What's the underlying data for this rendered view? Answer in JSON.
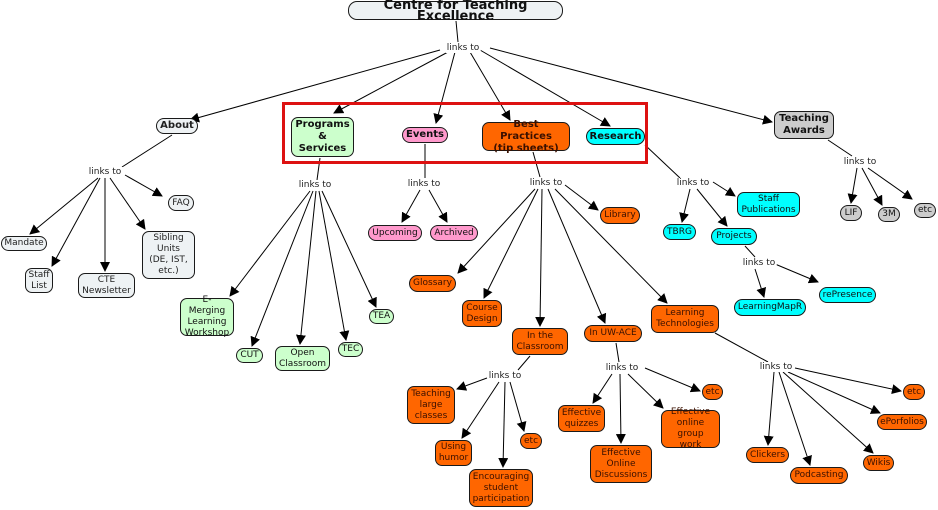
{
  "title": "Centre for Teaching Excellence",
  "link_label": "links to",
  "highlight_color": "#dd1111",
  "colors": {
    "about": "#eef2f4",
    "programs": "#ccffcc",
    "events": "#ff99cc",
    "best_practices": "#ff6600",
    "research": "#00ffff",
    "awards": "#cccccc"
  },
  "nodes": {
    "root": "Centre for Teaching Excellence",
    "about": "About",
    "programs": "Programs\n&\nServices",
    "events": "Events",
    "best": "Best Practices\n(tip sheets)",
    "research": "Research",
    "awards": "Teaching\nAwards",
    "faq": "FAQ",
    "mandate": "Mandate",
    "staff_list": "Staff\nList",
    "cte_newsletter": "CTE\nNewsletter",
    "sibling": "Sibling\nUnits\n(DE, IST,\netc.)",
    "emerging": "E-Merging\nLearning\nWorkshop",
    "cut": "CUT",
    "open_classroom": "Open\nClassroom",
    "tec": "TEC",
    "tea": "TEA",
    "upcoming": "Upcoming",
    "archived": "Archived",
    "library": "Library",
    "glossary": "Glossary",
    "course_design": "Course\nDesign",
    "in_classroom": "In the\nClassroom",
    "in_uwace": "In UW-ACE",
    "learning_tech": "Learning\nTechnologies",
    "teaching_large": "Teaching\nlarge\nclasses",
    "using_humor": "Using\nhumor",
    "encouraging": "Encouraging\nstudent\nparticipation",
    "etc_class": "etc",
    "eff_quizzes": "Effective\nquizzes",
    "eff_discussions": "Effective\nOnline\nDiscussions",
    "eff_group": "Effective\nonline\ngroup work",
    "etc_uwace": "etc",
    "clickers": "Clickers",
    "podcasting": "Podcasting",
    "wikis": "Wikis",
    "eportfolios": "ePorfolios",
    "etc_tech": "etc",
    "tbrg": "TBRG",
    "projects": "Projects",
    "staff_pubs": "Staff\nPublications",
    "learningmapr": "LearningMapR",
    "representation": "rePresence",
    "lif": "LIF",
    "threem": "3M",
    "etc_awards": "etc"
  }
}
